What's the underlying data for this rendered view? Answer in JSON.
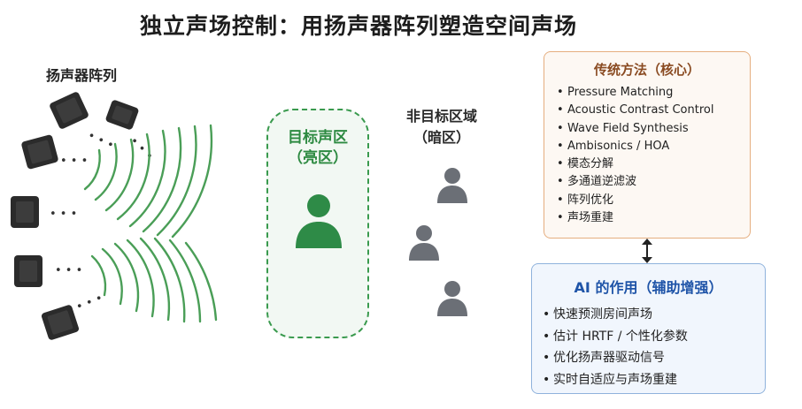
{
  "title": "独立声场控制：用扬声器阵列塑造空间声场",
  "speaker_array": {
    "label": "扬声器阵列",
    "dots": "•  •  •"
  },
  "bright_zone": {
    "title_line1": "目标声区",
    "title_line2": "（亮区）"
  },
  "dark_zone": {
    "title_line1": "非目标区域",
    "title_line2": "（暗区）"
  },
  "traditional": {
    "title": "传统方法（核心）",
    "bullet": "•",
    "items": [
      "Pressure Matching",
      "Acoustic Contrast Control",
      "Wave Field Synthesis",
      "Ambisonics / HOA",
      "模态分解",
      "多通道逆滤波",
      "阵列优化",
      "声场重建"
    ]
  },
  "ai": {
    "title": "AI 的作用（辅助增强）",
    "bullet": "•",
    "items": [
      "快速预测房间声场",
      "估计 HRTF / 个性化参数",
      "优化扬声器驱动信号",
      "实时自适应与声场重建"
    ]
  },
  "colors": {
    "wave_green": "#4a9e57",
    "bright_person": "#2e8b47",
    "dark_person": "#6b6f76",
    "trad_border": "#e5ae7f",
    "ai_border": "#8fb2dc",
    "ai_title": "#1f54a8",
    "trad_title": "#8a4b22"
  }
}
